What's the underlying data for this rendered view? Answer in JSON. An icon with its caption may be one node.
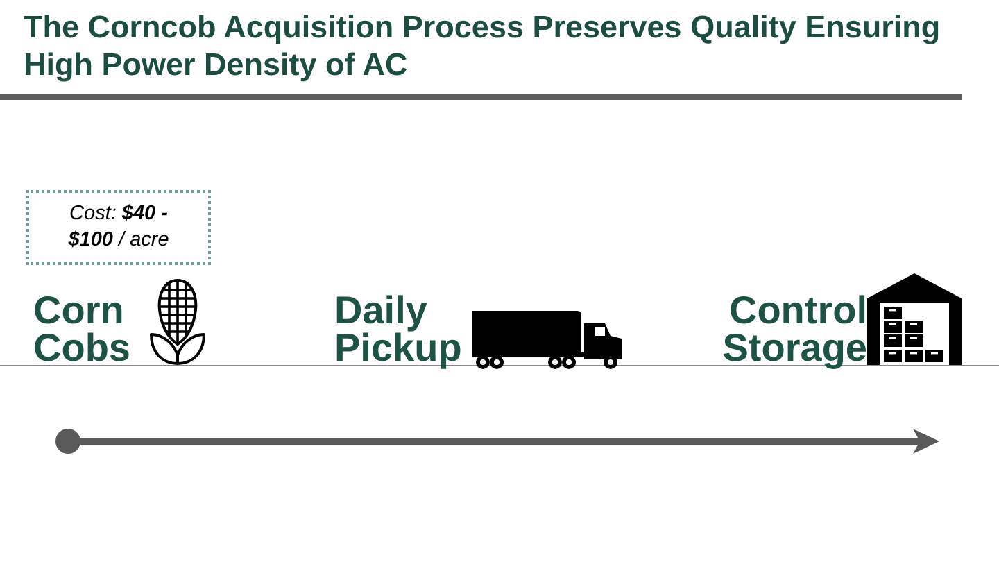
{
  "diagram": {
    "title": "The Corncob Acquisition Process Preserves Quality Ensuring High Power Density of AC",
    "nodes": [
      {
        "text": [
          "Cost: **$40 - $100** / acre"
        ]
      }
    ],
    "labels": [
      "Corn Cobs",
      "Daily Pickup",
      "Control Storage"
    ]
  }
}
